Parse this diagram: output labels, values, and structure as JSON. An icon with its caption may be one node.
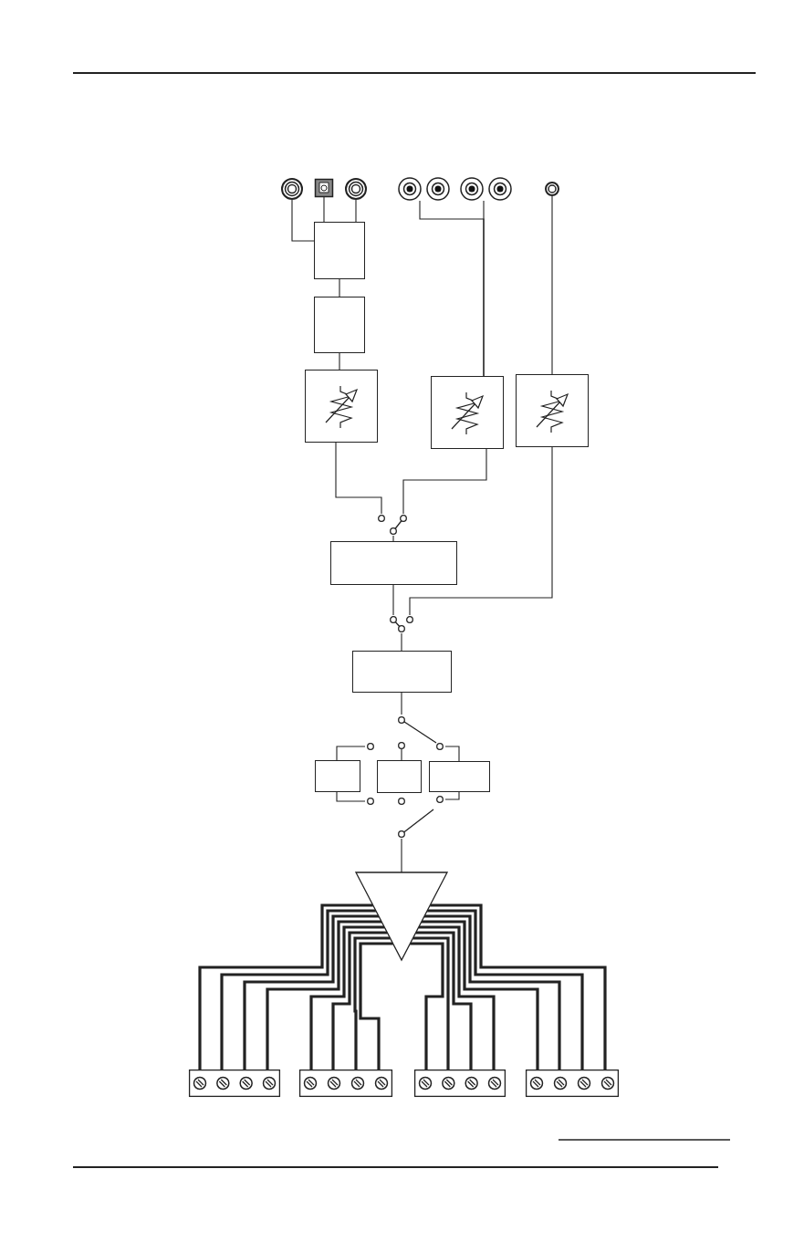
{
  "diagram": {
    "nodes": [
      {
        "text": [],
        "shape": "circle"
      },
      {
        "text": [],
        "shape": "box"
      },
      {
        "text": [],
        "shape": "circle"
      },
      {
        "text": [],
        "shape": "circle"
      },
      {
        "text": [],
        "shape": "circle"
      },
      {
        "text": [],
        "shape": "circle"
      },
      {
        "text": [],
        "shape": "circle"
      },
      {
        "text": [],
        "shape": "circle"
      },
      {
        "text": [],
        "shape": "box"
      },
      {
        "text": [],
        "shape": "box"
      },
      {
        "text": [],
        "shape": "box"
      },
      {
        "text": [],
        "shape": "box"
      },
      {
        "text": [],
        "shape": "box"
      },
      {
        "text": [],
        "shape": "switch"
      },
      {
        "text": [],
        "shape": "box"
      },
      {
        "text": [],
        "shape": "switch"
      },
      {
        "text": [],
        "shape": "box"
      },
      {
        "text": [],
        "shape": "switch"
      },
      {
        "text": [],
        "shape": "box"
      },
      {
        "text": [],
        "shape": "box"
      },
      {
        "text": [],
        "shape": "box"
      },
      {
        "text": [],
        "shape": "switch"
      },
      {
        "text": [],
        "shape": "triangle"
      },
      {
        "text": [],
        "shape": "bar"
      },
      {
        "text": [],
        "shape": "bar"
      },
      {
        "text": [],
        "shape": "bar"
      },
      {
        "text": [],
        "shape": "bar"
      }
    ],
    "edges": [
      {
        "from": 0,
        "to": 8,
        "arrow": "none"
      },
      {
        "from": 1,
        "to": 8,
        "arrow": "none"
      },
      {
        "from": 2,
        "to": 8,
        "arrow": "none"
      },
      {
        "from": 3,
        "to": 11,
        "arrow": "none"
      },
      {
        "from": 5,
        "to": 11,
        "arrow": "none"
      },
      {
        "from": 7,
        "to": 12,
        "arrow": "none"
      },
      {
        "from": 8,
        "to": 9,
        "arrow": "none"
      },
      {
        "from": 9,
        "to": 10,
        "arrow": "none"
      },
      {
        "from": 10,
        "to": 13,
        "arrow": "none"
      },
      {
        "from": 11,
        "to": 13,
        "arrow": "none"
      },
      {
        "from": 13,
        "to": 14,
        "arrow": "none"
      },
      {
        "from": 14,
        "to": 15,
        "arrow": "none"
      },
      {
        "from": 12,
        "to": 15,
        "arrow": "none"
      },
      {
        "from": 15,
        "to": 16,
        "arrow": "none"
      },
      {
        "from": 16,
        "to": 17,
        "arrow": "none"
      },
      {
        "from": 17,
        "to": 18,
        "arrow": "none"
      },
      {
        "from": 17,
        "to": 19,
        "arrow": "none"
      },
      {
        "from": 17,
        "to": 20,
        "arrow": "none"
      },
      {
        "from": 18,
        "to": 21,
        "arrow": "none"
      },
      {
        "from": 20,
        "to": 21,
        "arrow": "none"
      },
      {
        "from": 21,
        "to": 22,
        "arrow": "none"
      },
      {
        "from": 22,
        "to": 23,
        "arrow": "none",
        "style": "thick"
      },
      {
        "from": 22,
        "to": 24,
        "arrow": "none",
        "style": "thick"
      },
      {
        "from": 22,
        "to": 25,
        "arrow": "none",
        "style": "thick"
      },
      {
        "from": 22,
        "to": 26,
        "arrow": "none",
        "style": "thick"
      }
    ]
  }
}
